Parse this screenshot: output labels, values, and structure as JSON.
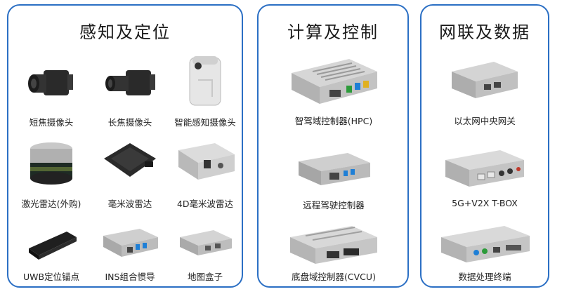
{
  "panels": [
    {
      "title": "感知及定位",
      "items": [
        {
          "label": "短焦摄像头",
          "icon": "short-focus-camera-icon"
        },
        {
          "label": "长焦摄像头",
          "icon": "long-focus-camera-icon"
        },
        {
          "label": "智能感知摄像头",
          "icon": "smart-camera-icon"
        },
        {
          "label": "激光雷达(外购)",
          "icon": "lidar-icon"
        },
        {
          "label": "毫米波雷达",
          "icon": "mmwave-radar-icon"
        },
        {
          "label": "4D毫米波雷达",
          "icon": "4d-radar-icon"
        },
        {
          "label": "UWB定位锚点",
          "icon": "uwb-anchor-icon"
        },
        {
          "label": "INS组合惯导",
          "icon": "ins-module-icon"
        },
        {
          "label": "地图盒子",
          "icon": "map-box-icon"
        }
      ]
    },
    {
      "title": "计算及控制",
      "items": [
        {
          "label": "智驾域控制器(HPC)",
          "icon": "hpc-controller-icon"
        },
        {
          "label": "远程驾驶控制器",
          "icon": "remote-drive-controller-icon"
        },
        {
          "label": "底盘域控制器(CVCU)",
          "icon": "chassis-controller-icon"
        }
      ]
    },
    {
      "title": "网联及数据",
      "items": [
        {
          "label": "以太网中央网关",
          "icon": "ethernet-gateway-icon"
        },
        {
          "label": "5G+V2X T-BOX",
          "icon": "tbox-icon"
        },
        {
          "label": "数据处理终端",
          "icon": "data-terminal-icon"
        }
      ]
    }
  ]
}
